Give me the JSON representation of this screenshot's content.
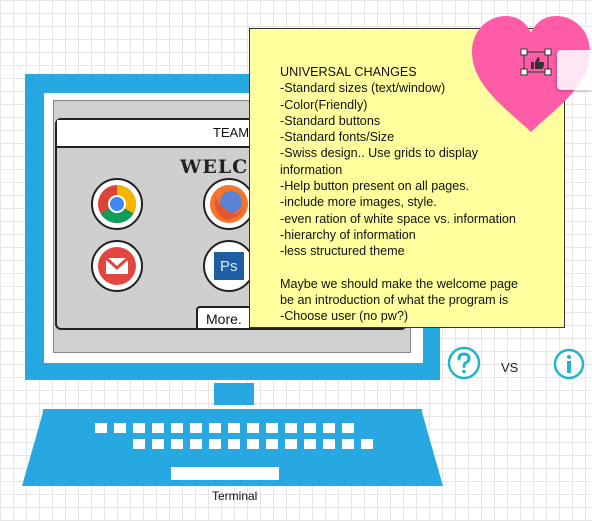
{
  "monitor": {
    "team_label": "TEAM",
    "welcome_label": "WELCO",
    "more_label": "More.",
    "app_icons": [
      "chrome-icon",
      "firefox-icon",
      "gmail-icon",
      "photoshop-icon"
    ],
    "photoshop_text": "Ps"
  },
  "terminal_label": "Terminal",
  "note": {
    "lines": [
      "UNIVERSAL CHANGES",
      "-Standard sizes (text/window)",
      "-Color(Friendly)",
      "-Standard buttons",
      "-Standard fonts/Size",
      "-Swiss design.. Use grids to display",
      "information",
      "-Help button present on all pages.",
      "-include more images, style.",
      "-even ration of white space vs. information",
      "-hierarchy of information",
      "-less structured theme"
    ],
    "paragraph_lines": [
      "Maybe we should make the welcome page",
      "be an introduction of what the program is",
      "-Choose user (no pw?)"
    ]
  },
  "help_comparison": {
    "left_icon": "question-icon",
    "vs_label": "VS",
    "right_icon": "info-icon"
  },
  "colors": {
    "monitor_blue": "#27a8e0",
    "note_yellow": "#ffff9e",
    "heart_pink": "#ff5ca8",
    "help_teal": "#22b5c9"
  }
}
